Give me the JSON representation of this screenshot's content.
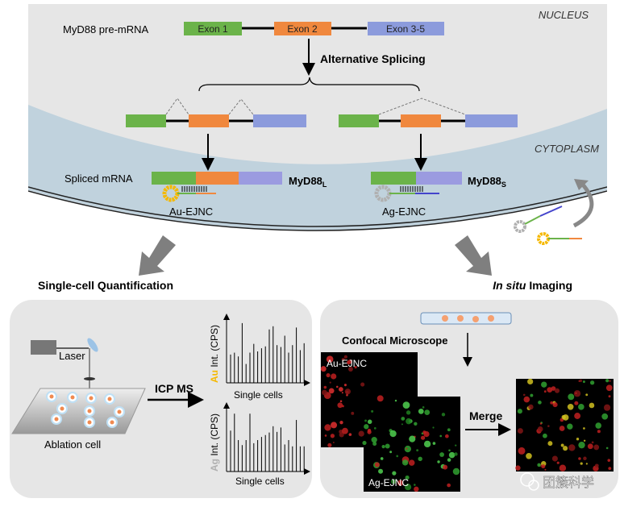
{
  "top": {
    "nucleus_label": "NUCLEUS",
    "cytoplasm_label": "CYTOPLASM",
    "pre_mrna_label": "MyD88 pre-mRNA",
    "exons": [
      "Exon 1",
      "Exon 2",
      "Exon 3-5"
    ],
    "splicing_label": "Alternative Splicing",
    "spliced_label": "Spliced mRNA",
    "isoform_long": "MyD88",
    "isoform_long_sub": "L",
    "isoform_short": "MyD88",
    "isoform_short_sub": "S",
    "probe_au": "Au-EJNC",
    "probe_ag": "Ag-EJNC"
  },
  "left_panel": {
    "title": "Single-cell Quantification",
    "laser_label": "Laser",
    "ablation_label": "Ablation cell",
    "icp_label": "ICP MS",
    "au_chart": {
      "element": "Au",
      "ylabel": " Int. (CPS)",
      "xlabel": "Single cells",
      "values": [
        0.45,
        0.48,
        0.42,
        0.95,
        0.3,
        0.48,
        0.62,
        0.5,
        0.55,
        0.58,
        0.85,
        0.9,
        0.6,
        0.57,
        0.75,
        0.48,
        0.6,
        0.88,
        0.52,
        0.63
      ]
    },
    "ag_chart": {
      "element": "Ag",
      "ylabel": " Int. (CPS)",
      "xlabel": "Single cells",
      "values": [
        0.65,
        0.92,
        0.5,
        0.42,
        0.5,
        0.92,
        0.45,
        0.5,
        0.55,
        0.58,
        0.62,
        0.72,
        0.63,
        0.7,
        0.43,
        0.5,
        0.4,
        0.82,
        0.4,
        0.4
      ]
    }
  },
  "right_panel": {
    "title_italic": "In situ",
    "title_rest": " Imaging",
    "microscope_label": "Confocal Microscope",
    "image_au_label": "Au-EJNC",
    "image_ag_label": "Ag-EJNC",
    "merge_label": "Merge"
  },
  "watermark": "团簇科学",
  "colors": {
    "exon1": "#6bb34a",
    "exon2": "#f0883e",
    "exon3": "#8c9bdc",
    "au": "#f5b800",
    "ag": "#b0b0b0",
    "nucleus": "#e6e6e6",
    "cytoplasm": "#c0d2dd"
  }
}
